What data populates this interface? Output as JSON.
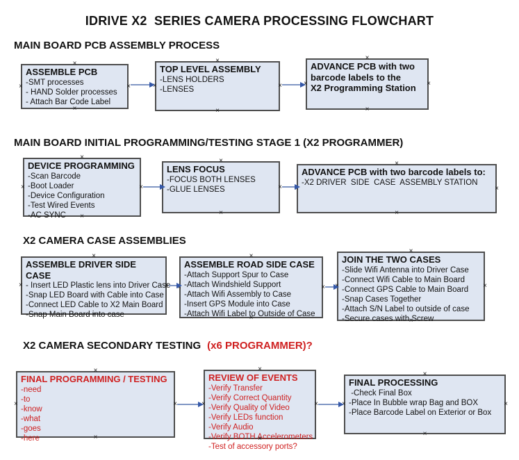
{
  "title": "IDRIVE X2  SERIES CAMERA PROCESSING FLOWCHART",
  "icons": {
    "connection_handle": "×"
  },
  "colors": {
    "box_fill": "#dfe6f2",
    "box_border": "#4d4d4d",
    "accent_red": "#cf2020",
    "arrow_line": "#8096c4",
    "arrow_head": "#3558a8"
  },
  "sections": [
    {
      "heading": "MAIN BOARD PCB ASSEMBLY PROCESS",
      "boxes": [
        {
          "title": "ASSEMBLE PCB",
          "items": [
            "-SMT processes",
            "- HAND Solder processes",
            "- Attach Bar Code Label"
          ]
        },
        {
          "title": "TOP LEVEL ASSEMBLY",
          "items": [
            "-LENS HOLDERS",
            "-LENSES"
          ]
        },
        {
          "title": "ADVANCE PCB with two\nbarcode labels to the\n X2 Programming Station",
          "items": []
        }
      ]
    },
    {
      "heading": "MAIN BOARD INITIAL PROGRAMMING/TESTING STAGE 1 (X2 PROGRAMMER)",
      "boxes": [
        {
          "title": "DEVICE PROGRAMMING",
          "items": [
            "-Scan Barcode",
            "-Boot Loader",
            "-Device Configuration",
            "-Test Wired Events",
            "-AC SYNC"
          ]
        },
        {
          "title": "LENS FOCUS",
          "items": [
            "-FOCUS BOTH LENSES",
            "-GLUE LENSES"
          ]
        },
        {
          "title": "ADVANCE PCB with two barcode labels to:",
          "items": [
            "-X2 DRIVER  SIDE  CASE  ASSEMBLY STATION"
          ]
        }
      ]
    },
    {
      "heading": "X2 CAMERA CASE ASSEMBLIES",
      "boxes": [
        {
          "title": "ASSEMBLE DRIVER SIDE CASE",
          "items": [
            "- Insert LED Plastic lens into Driver Case",
            "-Snap LED Board with Cable into Case",
            "-Connect LED Cable to X2 Main Board",
            "-Snap Main Board into case"
          ]
        },
        {
          "title": "ASSEMBLE ROAD SIDE CASE",
          "items": [
            "-Attach Support Spur to Case",
            "-Attach Windshield Support",
            "-Attach Wifi Assembly to Case",
            "-Insert GPS Module into Case",
            "-Attach Wifi Label to Outside of Case"
          ]
        },
        {
          "title": "JOIN THE TWO CASES",
          "items": [
            "-Slide Wifi Antenna into Driver Case",
            "-Connect Wifi Cable to Main Board",
            "-Connect GPS Cable to Main Board",
            "-Snap Cases Together",
            "-Attach S/N Label to outside of case",
            "-Secure cases with Screw"
          ]
        }
      ]
    },
    {
      "heading": "X2 CAMERA SECONDARY TESTING",
      "heading_suffix": "(x6 PROGRAMMER)?",
      "boxes": [
        {
          "title": "FINAL PROGRAMMING / TESTING",
          "items": [
            "-need",
            "-to",
            "-know",
            "-what",
            "-goes",
            "-here"
          ]
        },
        {
          "title": "REVIEW OF EVENTS",
          "items": [
            "-Verify Transfer",
            "-Verify Correct Quantity",
            "-Verify Quality of Video",
            "-Verify LEDs function",
            "-Verify Audio",
            "-Verify BOTH Accelerometers",
            "-Test of accessory ports?"
          ]
        },
        {
          "title": "FINAL PROCESSING",
          "items": [
            " -Check Final Box",
            "-Place In Bubble wrap Bag and BOX",
            "-Place Barcode Label on Exterior or Box"
          ]
        }
      ]
    }
  ]
}
